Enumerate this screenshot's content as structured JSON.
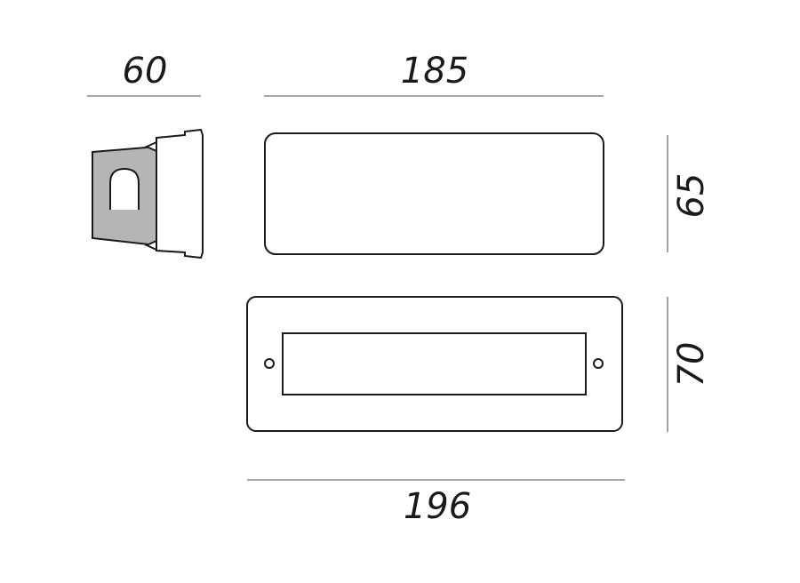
{
  "dimensions": {
    "side_depth": "60",
    "front_width": "185",
    "front_height": "65",
    "plate_height": "70",
    "plate_width": "196"
  },
  "colors": {
    "line": "#1a1a1a",
    "dimension_line": "#8a8a8a",
    "body_shade": "#b5b5b5",
    "background": "#ffffff"
  }
}
